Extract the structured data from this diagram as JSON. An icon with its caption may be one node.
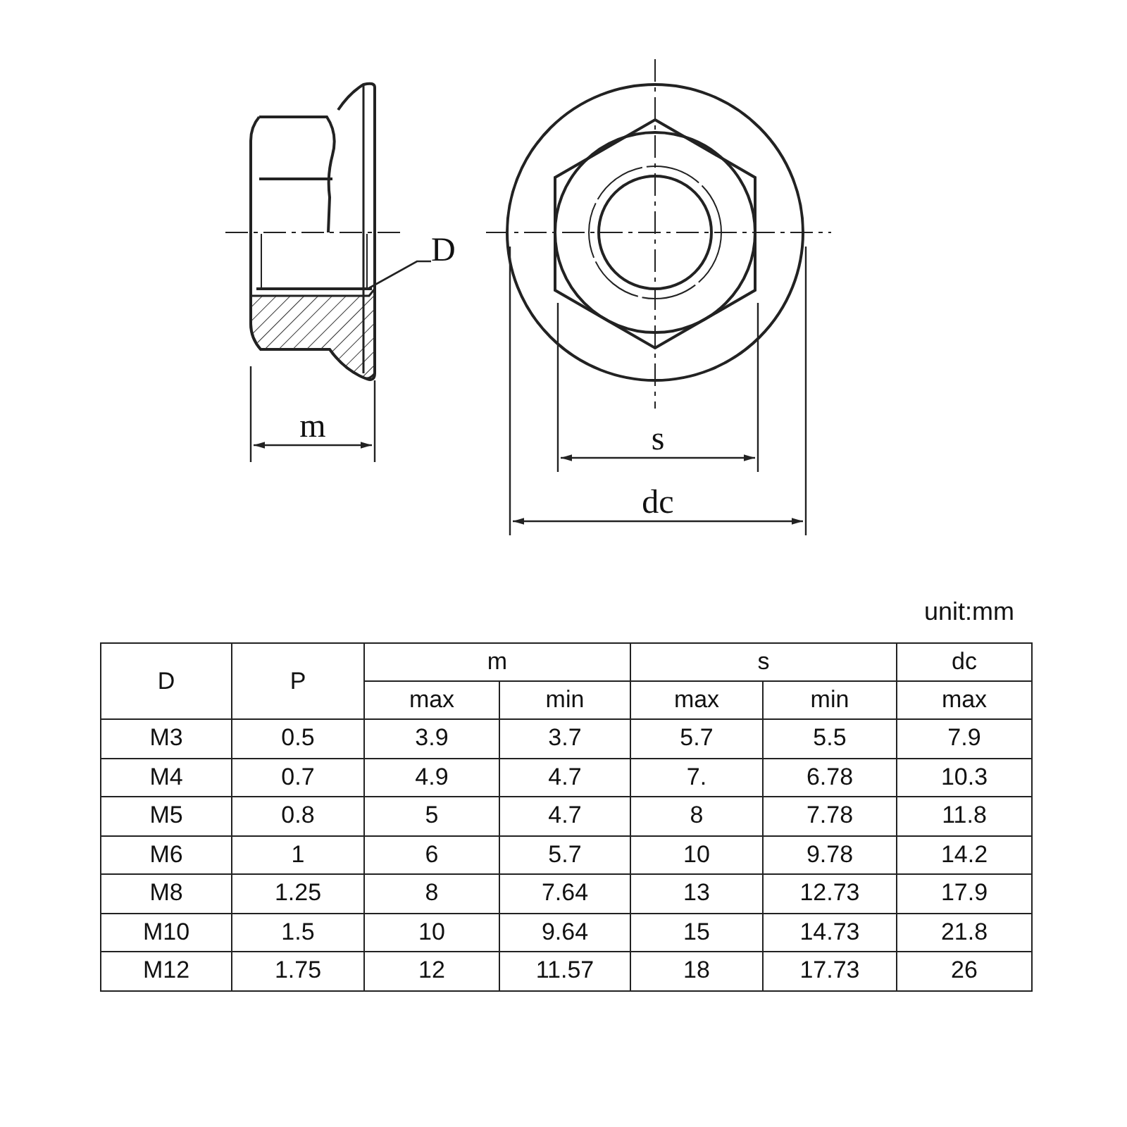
{
  "diagram": {
    "nodes": [
      {
        "text": [
          "D"
        ]
      },
      {
        "text": [],
        "shape": "box"
      }
    ],
    "edges": [
      {
        "from": 0,
        "to": 1,
        "arrow": "none"
      }
    ],
    "labels": [
      "m",
      "s",
      "dc",
      "unit:mm",
      "D",
      "P",
      "m",
      "s",
      "dc",
      "max",
      "min",
      "max",
      "min",
      "max",
      "M3",
      "0.5",
      "3.9",
      "3.7",
      "5.7",
      "5.5",
      "7.9",
      "M4",
      "0.7",
      "4.9",
      "4.7",
      "7.",
      "6.78",
      "10.3",
      "M5",
      "0.8",
      "5",
      "4.7",
      "8",
      "7.78",
      "11.8",
      "M6",
      "1",
      "6",
      "5.7",
      "10",
      "9.78",
      "14.2",
      "M8",
      "1.25",
      "8",
      "7.64",
      "13",
      "12.73",
      "17.9",
      "M10",
      "1.5",
      "10",
      "9.64",
      "15",
      "14.73",
      "21.8",
      "M12",
      "1.75",
      "12",
      "11.57",
      "18",
      "17.73",
      "26"
    ]
  }
}
